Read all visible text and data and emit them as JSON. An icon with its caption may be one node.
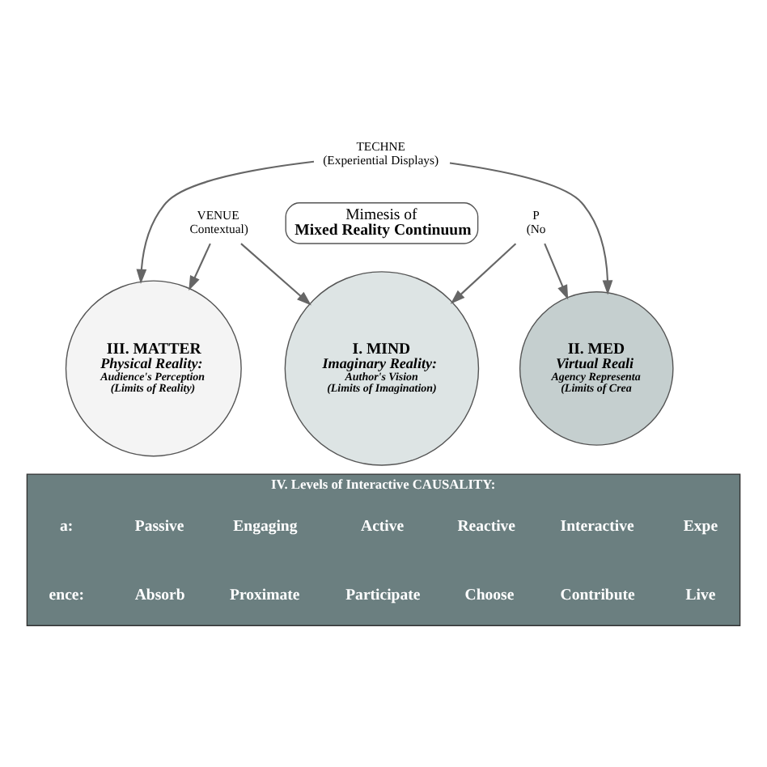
{
  "diagram": {
    "nodes": [
      {
        "text": [
          "III. MATTER",
          "Physical Reality:",
          "Audience's Perception",
          "(Limits of Reality)"
        ]
      },
      {
        "text": [
          "II. MED",
          "Virtual Reali",
          "Agency Representa",
          "(Limits of Crea"
        ]
      },
      {
        "text": [
          "I. MIND",
          "Imaginary Reality:",
          "Author's Vision",
          "(Limits of Imagination)"
        ]
      },
      {
        "text": [
          "Mimesis of",
          "Mixed Reality Continuum"
        ]
      },
      {
        "text": [
          "TECHNE",
          "(Experiential Displays)"
        ]
      },
      {
        "text": [
          "VENUE",
          "Contextual)"
        ]
      },
      {
        "text": [
          "P",
          "(No"
        ]
      },
      {
        "text": [
          "IV. Levels of Interactive CAUSALITY:"
        ]
      }
    ],
    "edges": [
      {
        "from": 4,
        "to": 0,
        "arrow": "to"
      },
      {
        "from": 4,
        "to": 1,
        "arrow": "to"
      },
      {
        "from": 5,
        "to": 0,
        "arrow": "to"
      },
      {
        "from": 5,
        "to": 2,
        "arrow": "to"
      },
      {
        "from": 6,
        "to": 1,
        "arrow": "to"
      },
      {
        "from": 6,
        "to": 2,
        "arrow": "to"
      }
    ],
    "labels": [
      "a:",
      "Passive",
      "Engaging",
      "Active",
      "Reactive",
      "Interactive",
      "Expe",
      "ence:",
      "Absorb",
      "Proximate",
      "Participate",
      "Choose",
      "Contribute",
      "Live"
    ]
  }
}
